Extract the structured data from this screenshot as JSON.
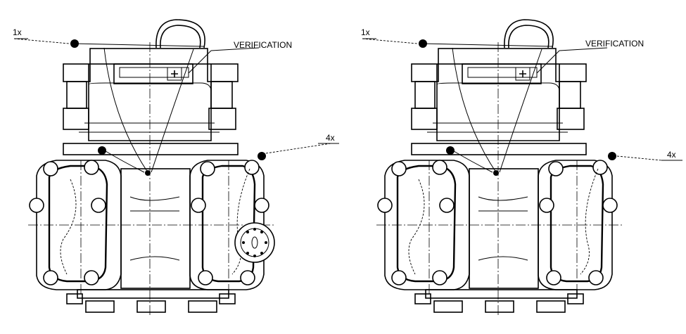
{
  "figure": {
    "views": [
      {
        "id": "left",
        "callouts": {
          "seal_top_qty": "1x",
          "verification_label": "VERIFICATION",
          "seal_side_qty": "4x"
        },
        "has_meter_register": true
      },
      {
        "id": "right",
        "callouts": {
          "seal_top_qty": "1x",
          "verification_label": "VERIFICATION",
          "seal_side_qty": "4x"
        },
        "has_meter_register": false
      }
    ],
    "colors": {
      "line": "#000000",
      "background": "#ffffff"
    }
  }
}
